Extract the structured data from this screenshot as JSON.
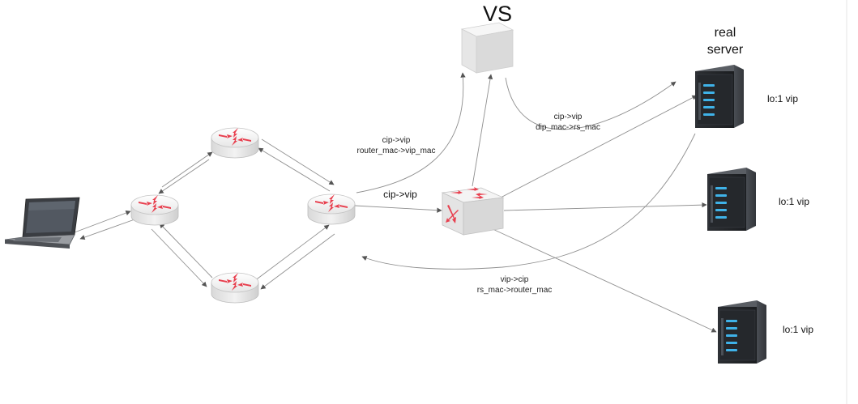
{
  "labels": {
    "vs": "VS",
    "real_server_line1": "real",
    "real_server_line2": "server",
    "lo_vip_1": "lo:1 vip",
    "lo_vip_2": "lo:1 vip",
    "lo_vip_3": "lo:1 vip",
    "req_to_vs_line1": "cip->vip",
    "req_to_vs_line2": "router_mac->vip_mac",
    "req_to_switch": "cip->vip",
    "vs_to_rs_line1": "cip->vip",
    "vs_to_rs_line2": "dip_mac->rs_mac",
    "resp_line1": "vip->cip",
    "resp_line2": "rs_mac->router_mac"
  },
  "icons": {
    "client": "laptop-icon",
    "router": "router-icon",
    "switch": "switch-icon",
    "vs": "server-box-icon",
    "real_server": "rack-server-icon"
  },
  "colors": {
    "router_arrows": "#e8404f",
    "server_led": "#3fb2e8",
    "line": "#8f8f8f"
  }
}
